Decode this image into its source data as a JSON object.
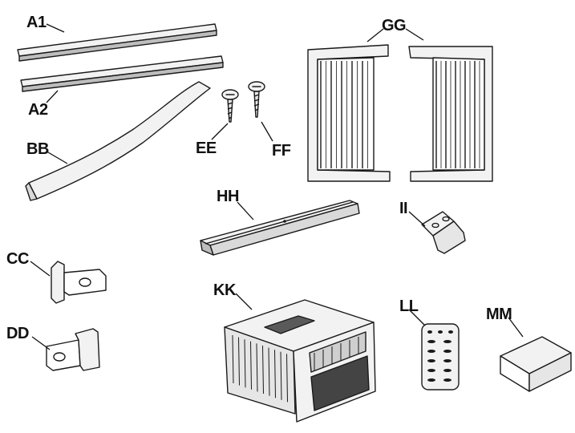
{
  "labels": {
    "a1": "A1",
    "a2": "A2",
    "bb": "BB",
    "cc": "CC",
    "dd": "DD",
    "ee": "EE",
    "ff": "FF",
    "gg": "GG",
    "hh": "HH",
    "ii": "II",
    "kk": "KK",
    "ll": "LL",
    "mm": "MM"
  },
  "colors": {
    "line": "#1a1a1a",
    "fill_light": "#f2f2f2",
    "fill_mid": "#d9d9d9",
    "fill_dark": "#9a9a9a"
  }
}
